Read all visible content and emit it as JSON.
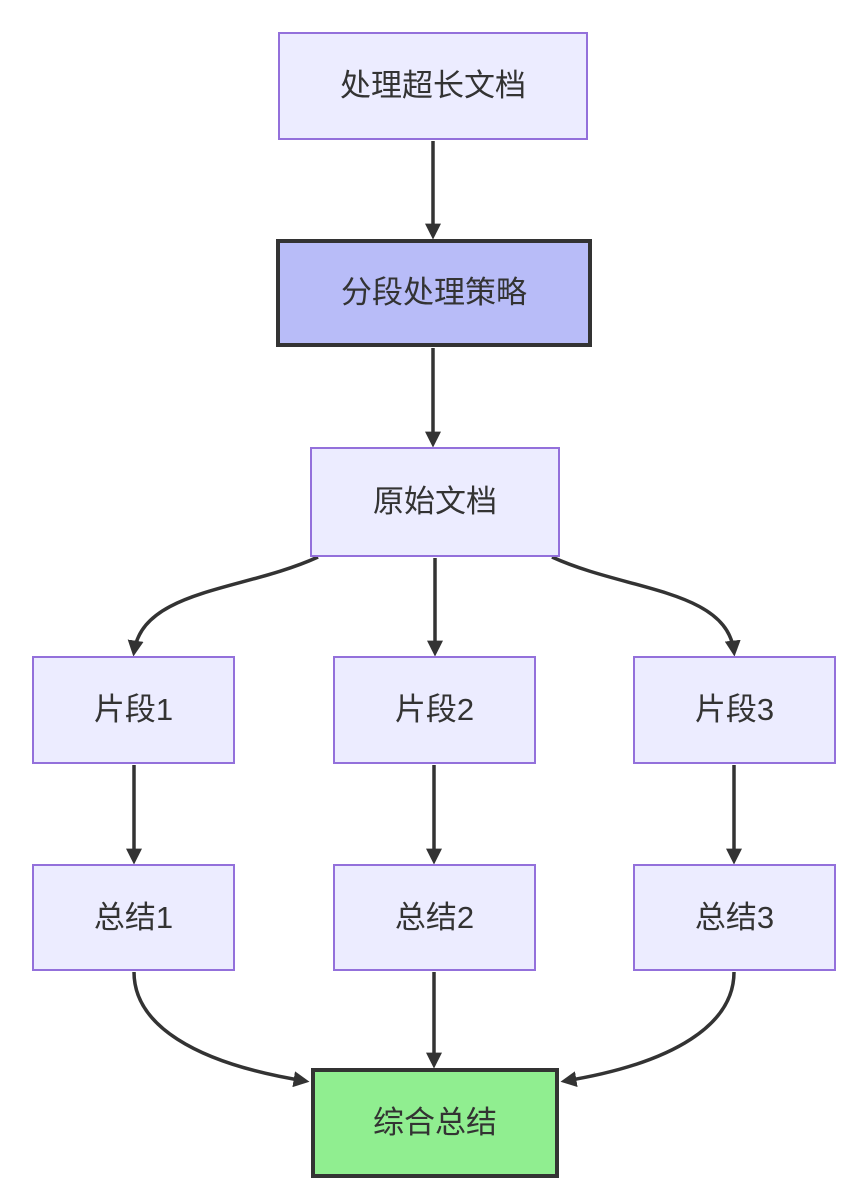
{
  "diagram": {
    "type": "flowchart",
    "direction": "top-down",
    "nodes": [
      {
        "id": "A",
        "label": "处理超长文档",
        "variant": "default"
      },
      {
        "id": "B",
        "label": "分段处理策略",
        "variant": "emphasis"
      },
      {
        "id": "C",
        "label": "原始文档",
        "variant": "default"
      },
      {
        "id": "D1",
        "label": "片段1",
        "variant": "default"
      },
      {
        "id": "D2",
        "label": "片段2",
        "variant": "default"
      },
      {
        "id": "D3",
        "label": "片段3",
        "variant": "default"
      },
      {
        "id": "E1",
        "label": "总结1",
        "variant": "default"
      },
      {
        "id": "E2",
        "label": "总结2",
        "variant": "default"
      },
      {
        "id": "E3",
        "label": "总结3",
        "variant": "default"
      },
      {
        "id": "F",
        "label": "综合总结",
        "variant": "success"
      }
    ],
    "edges": [
      {
        "from": "处理超长文档",
        "to": "分段处理策略"
      },
      {
        "from": "分段处理策略",
        "to": "原始文档"
      },
      {
        "from": "原始文档",
        "to": "片段1"
      },
      {
        "from": "原始文档",
        "to": "片段2"
      },
      {
        "from": "原始文档",
        "to": "片段3"
      },
      {
        "from": "片段1",
        "to": "总结1"
      },
      {
        "from": "片段2",
        "to": "总结2"
      },
      {
        "from": "片段3",
        "to": "总结3"
      },
      {
        "from": "总结1",
        "to": "综合总结"
      },
      {
        "from": "总结2",
        "to": "综合总结"
      },
      {
        "from": "总结3",
        "to": "综合总结"
      }
    ],
    "colors": {
      "background": "#FFFFFF",
      "node_fill": "#ECECFF",
      "node_border": "#9370DB",
      "emphasis_fill": "#B8BCF8",
      "emphasis_border": "#333333",
      "success_fill": "#90EE90",
      "success_border": "#333333",
      "arrow": "#333333",
      "text": "#333333"
    }
  }
}
